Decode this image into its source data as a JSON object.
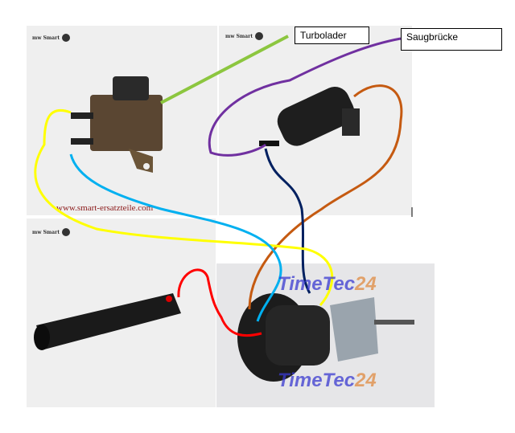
{
  "labels": {
    "turbolader": "Turbolader",
    "saugbruecke": "Saugbrücke"
  },
  "panels": {
    "top_left": {
      "brand": "mw Smart",
      "url": "www.smart-ersatzteile.com"
    },
    "top_middle": {
      "brand": "mw Smart"
    },
    "bottom_left": {
      "brand": "mw Smart"
    },
    "bottom_right": {
      "watermark_a": "TimeTec",
      "watermark_b": "24"
    }
  },
  "wire_colors": {
    "green": "#8cc63f",
    "purple": "#7030a0",
    "orange": "#c55a11",
    "yellow": "#ffff00",
    "lightblue": "#00b0f0",
    "navy": "#002060",
    "red": "#ff0000"
  }
}
